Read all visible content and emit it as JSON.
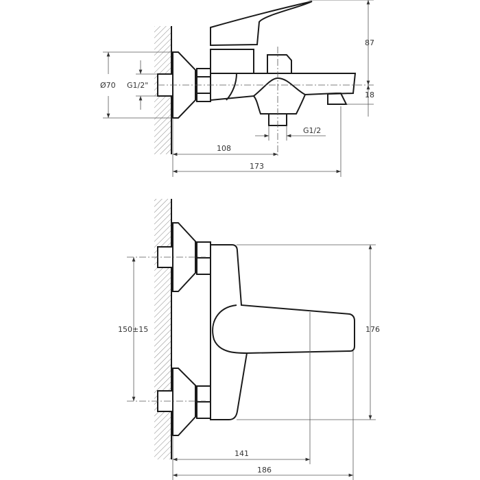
{
  "title": "Bath mixer dimension drawing",
  "side_view": {
    "flange_diameter": "Ø70",
    "inlet_thread": "G1/2\"",
    "outlet_thread": "G1/2",
    "dim_wall_to_outlet": "108",
    "dim_total_depth": "173",
    "dim_height": "87",
    "dim_spout": "18"
  },
  "front_view": {
    "dim_inlet_spacing": "150±15",
    "dim_body_height": "176",
    "dim_handle_reach": "141",
    "dim_total_reach": "186"
  }
}
